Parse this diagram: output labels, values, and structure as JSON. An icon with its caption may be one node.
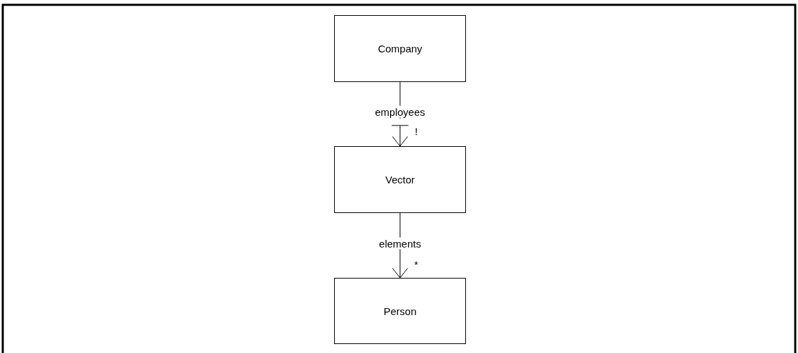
{
  "diagram": {
    "nodes": [
      {
        "text": [
          "Company"
        ]
      },
      {
        "text": [
          "Vector"
        ]
      },
      {
        "text": [
          "Person"
        ]
      }
    ],
    "edges": [
      {
        "from": 0,
        "to": 1,
        "arrow": "to",
        "label": "employees"
      },
      {
        "from": 1,
        "to": 2,
        "arrow": "to",
        "label": "elements"
      }
    ],
    "labels": [
      "!",
      "*"
    ]
  }
}
